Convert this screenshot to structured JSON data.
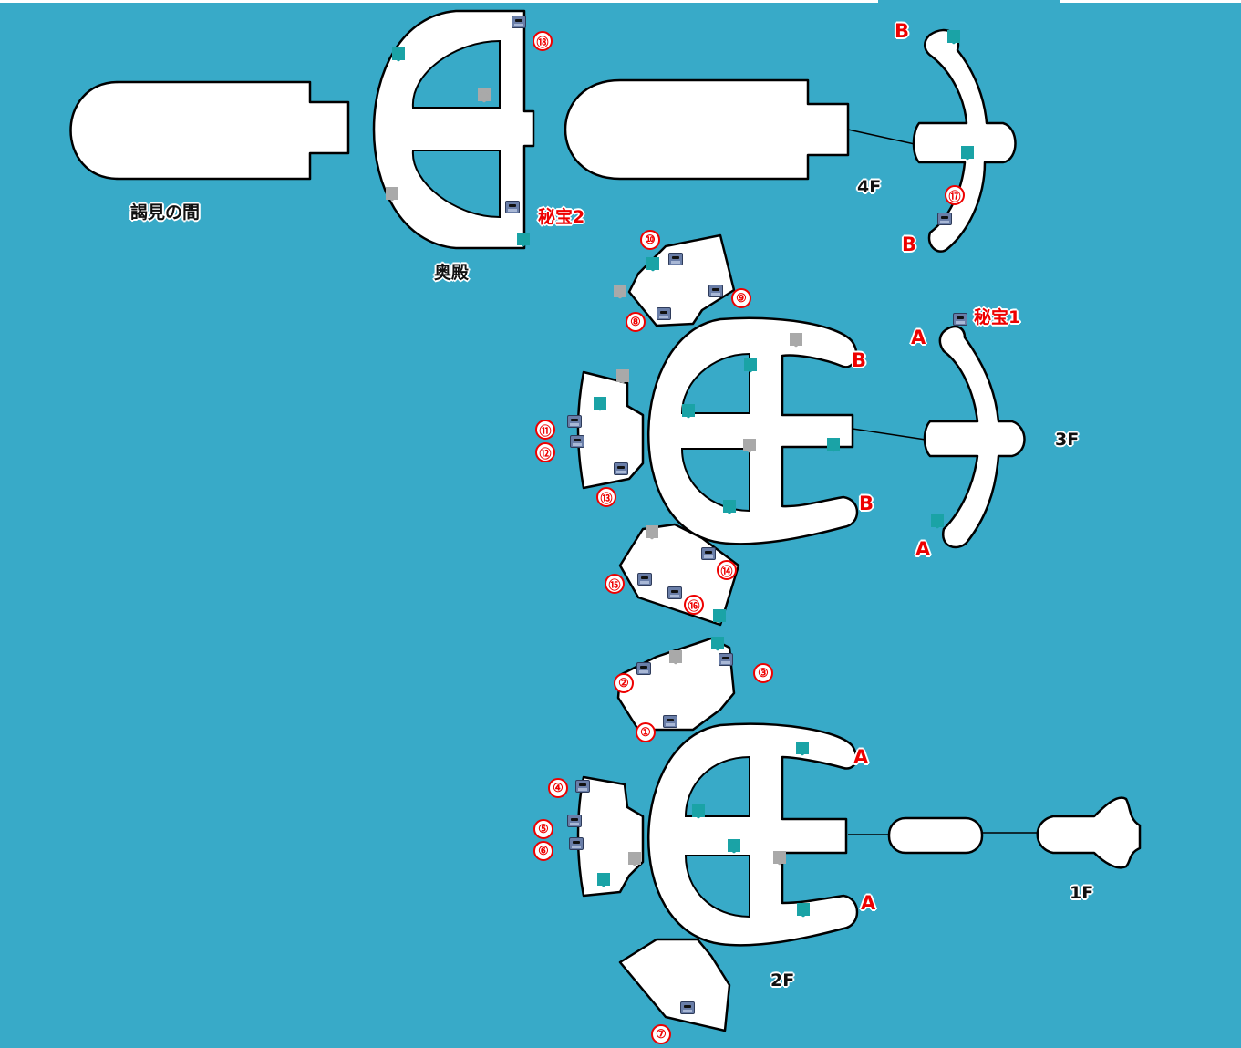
{
  "map": {
    "background_color": "#38aac8",
    "room_color": "#ffffff",
    "warp_label_color": "#ee0000",
    "floors": [
      {
        "id": "4F",
        "label": "4F"
      },
      {
        "id": "3F",
        "label": "3F"
      },
      {
        "id": "2F",
        "label": "2F"
      },
      {
        "id": "1F",
        "label": "1F"
      }
    ],
    "areas": {
      "audience_chamber": "謁見の間",
      "inner_sanctum": "奥殿"
    },
    "secrets": {
      "secret1": "秘宝1",
      "secret2": "秘宝2"
    },
    "warps": {
      "a": "A",
      "b": "B"
    },
    "chests": [
      {
        "n": "①",
        "floor": "2F"
      },
      {
        "n": "②",
        "floor": "2F"
      },
      {
        "n": "③",
        "floor": "2F"
      },
      {
        "n": "④",
        "floor": "2F"
      },
      {
        "n": "⑤",
        "floor": "2F"
      },
      {
        "n": "⑥",
        "floor": "2F"
      },
      {
        "n": "⑦",
        "floor": "2F"
      },
      {
        "n": "⑧",
        "floor": "3F"
      },
      {
        "n": "⑨",
        "floor": "3F"
      },
      {
        "n": "⑩",
        "floor": "3F"
      },
      {
        "n": "⑪",
        "floor": "3F"
      },
      {
        "n": "⑫",
        "floor": "3F"
      },
      {
        "n": "⑬",
        "floor": "3F"
      },
      {
        "n": "⑭",
        "floor": "3F"
      },
      {
        "n": "⑮",
        "floor": "3F"
      },
      {
        "n": "⑯",
        "floor": "3F"
      },
      {
        "n": "⑰",
        "floor": "4F"
      },
      {
        "n": "⑱",
        "floor": "奥殿"
      }
    ],
    "legend_icons": {
      "chest": "treasure-chest-icon",
      "pot_teal": "teal-pot-icon",
      "pot_grey": "grey-pot-icon"
    }
  }
}
